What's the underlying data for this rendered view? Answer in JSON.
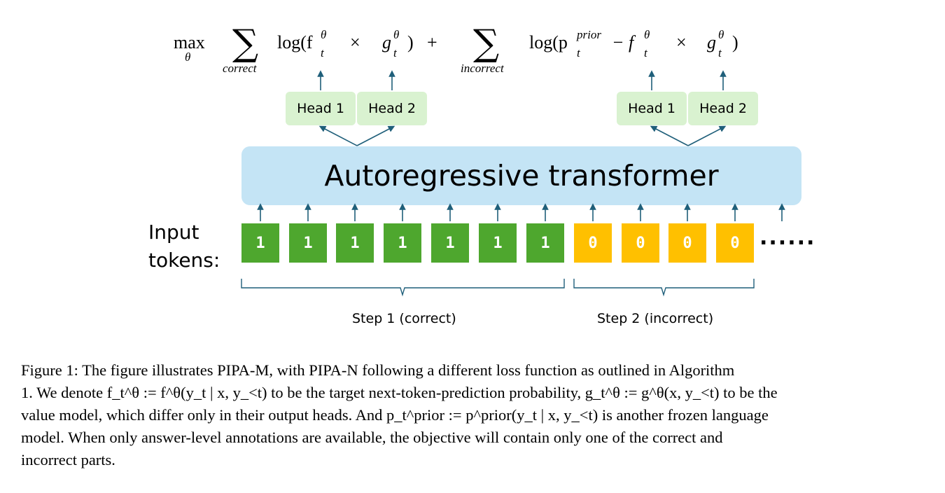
{
  "formula": {
    "max": "max",
    "theta": "θ",
    "sum_correct_sub": "correct",
    "sum_incorrect_sub": "incorrect",
    "term1": "log(f",
    "t": "t",
    "theta_sup": "θ",
    "times": "×",
    "g": "g",
    "close": ")",
    "plus": "+",
    "term2": "log(p",
    "prior": "prior",
    "minus": "− f",
    "close2": ")"
  },
  "heads": [
    "Head 1",
    "Head 2",
    "Head 1",
    "Head 2"
  ],
  "transformer_label": "Autoregressive transformer",
  "input_label_line1": "Input",
  "input_label_line2": "tokens:",
  "tokens": [
    "1",
    "1",
    "1",
    "1",
    "1",
    "1",
    "1",
    "0",
    "0",
    "0",
    "0"
  ],
  "token_colors": {
    "correct": "#4ea72e",
    "incorrect": "#ffc000"
  },
  "ellipsis": "......",
  "steps": [
    "Step 1 (correct)",
    "Step 2 (incorrect)"
  ],
  "caption": {
    "line1": "Figure 1: The figure illustrates PIPA-M, with PIPA-N following a different loss function as outlined in Algorithm",
    "line2": "1. We denote f_t^θ := f^θ(y_t | x, y_<t) to be the target next-token-prediction probability, g_t^θ := g^θ(x, y_<t) to be the",
    "line3": "value model, which differ only in their output heads. And p_t^prior := p^prior(y_t | x, y_<t) is another frozen language",
    "line4": "model. When only answer-level annotations are available, the objective will contain only one of the correct and",
    "line5": "incorrect parts."
  },
  "colors": {
    "arrow": "#1f5f7a",
    "head_fill": "#d9f2d0",
    "transformer_fill": "#c4e4f5"
  }
}
